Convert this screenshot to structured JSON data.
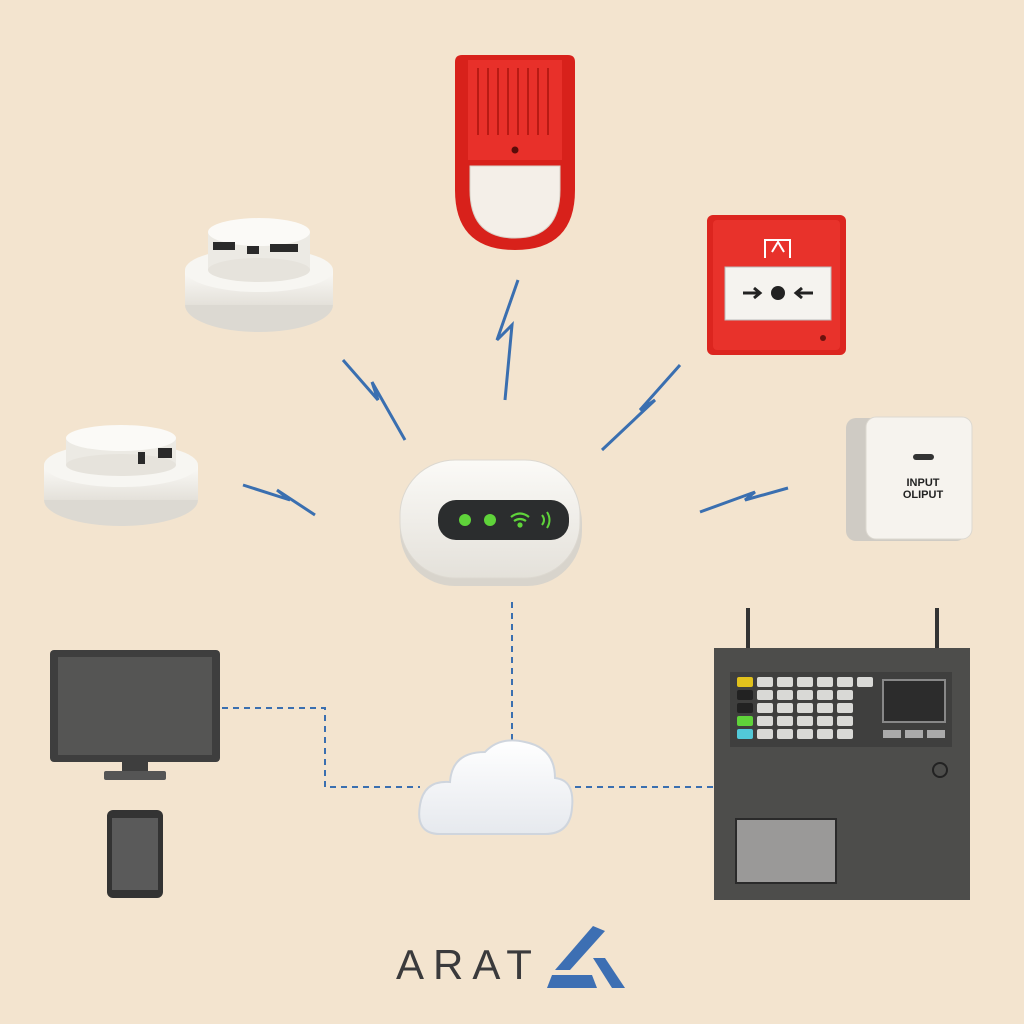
{
  "io_module": {
    "line1": "INPUT",
    "line2": "OLIPUT"
  },
  "logo": {
    "text": "ARAT"
  },
  "colors": {
    "background": "#f3e4cf",
    "alarm_red": "#e0261f",
    "signal_blue": "#3a6fb0",
    "led_green": "#5fd33a",
    "panel_gray": "#4d4d4b",
    "logo_blue": "#3d6fb3"
  }
}
